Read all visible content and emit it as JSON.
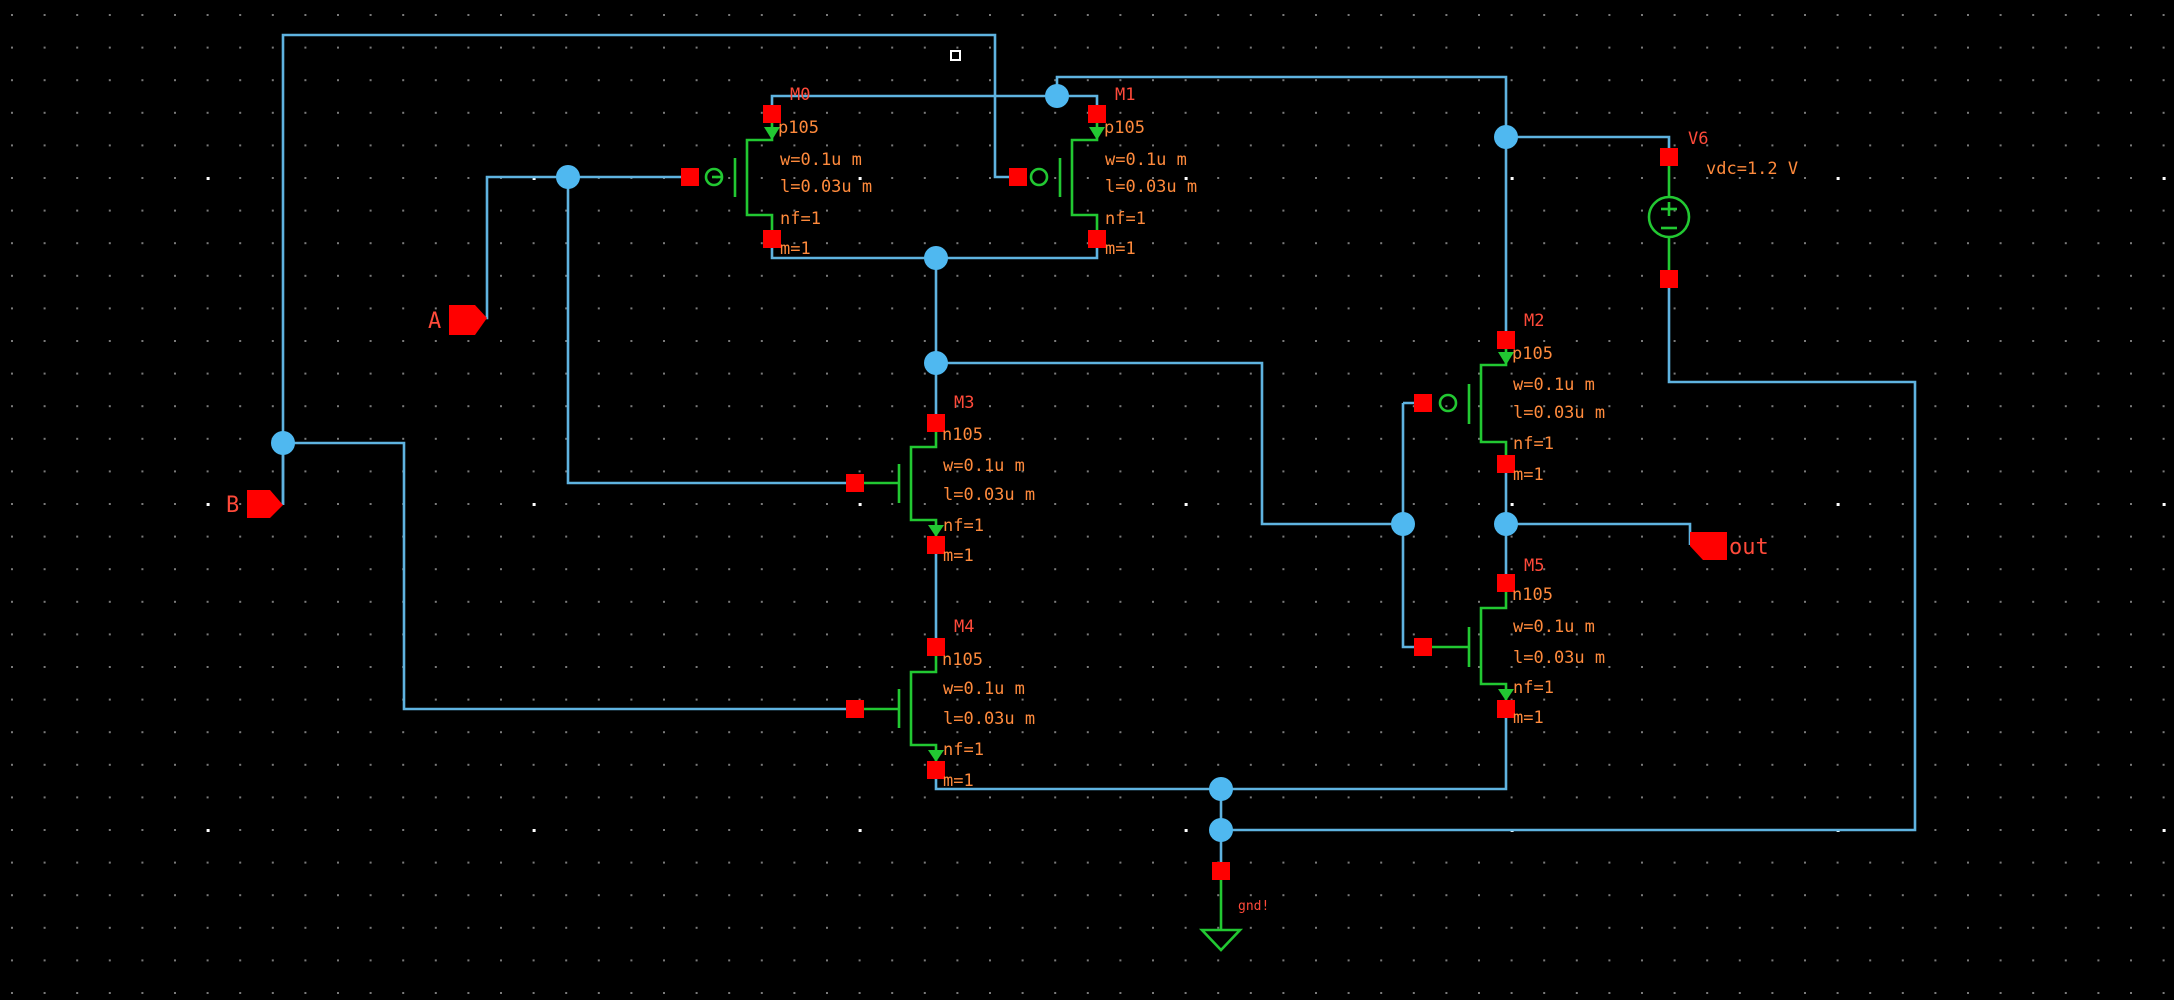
{
  "schematic": {
    "colors": {
      "background": "#000000",
      "wire": "#5fb3e0",
      "device": "#22c832",
      "pin": "#ff0000",
      "junction": "#4fb8f0",
      "param_text": "#ff8a3c",
      "instance_name": "#ff4a3a"
    },
    "ports": {
      "A": "A",
      "B": "B",
      "out": "out"
    },
    "ground": {
      "label": "gnd!"
    },
    "source": {
      "name": "V6",
      "param": "vdc=1.2 V"
    },
    "transistors": {
      "M0": {
        "name": "M0",
        "model": "p105",
        "w": "w=0.1u m",
        "l": "l=0.03u m",
        "nf": "nf=1",
        "m": "m=1"
      },
      "M1": {
        "name": "M1",
        "model": "p105",
        "w": "w=0.1u m",
        "l": "l=0.03u m",
        "nf": "nf=1",
        "m": "m=1"
      },
      "M2": {
        "name": "M2",
        "model": "p105",
        "w": "w=0.1u m",
        "l": "l=0.03u m",
        "nf": "nf=1",
        "m": "m=1"
      },
      "M3": {
        "name": "M3",
        "model": "n105",
        "w": "w=0.1u m",
        "l": "l=0.03u m",
        "nf": "nf=1",
        "m": "m=1"
      },
      "M4": {
        "name": "M4",
        "model": "n105",
        "w": "w=0.1u m",
        "l": "l=0.03u m",
        "nf": "nf=1",
        "m": "m=1"
      },
      "M5": {
        "name": "M5",
        "model": "n105",
        "w": "w=0.1u m",
        "l": "l=0.03u m",
        "nf": "nf=1",
        "m": "m=1"
      }
    }
  }
}
